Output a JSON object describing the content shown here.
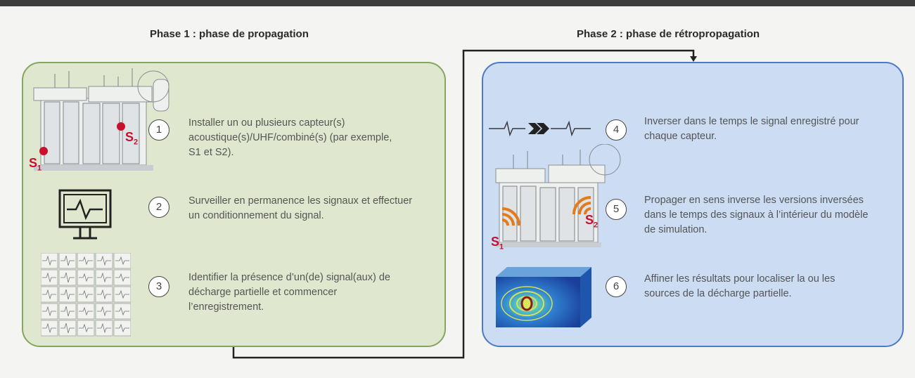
{
  "phase1": {
    "title": "Phase 1 : phase de propagation",
    "steps": [
      {
        "number": "1",
        "text": "Installer un ou plusieurs capteur(s) acoustique(s)/UHF/combiné(s) (par exemple, S1 et S2)."
      },
      {
        "number": "2",
        "text": "Surveiller en permanence les signaux et effectuer un conditionnement du signal."
      },
      {
        "number": "3",
        "text": "Identifier la présence d’un(de) signal(aux) de décharge partielle et commencer l’enregistrement."
      }
    ]
  },
  "phase2": {
    "title": "Phase 2 : phase de rétropropagation",
    "steps": [
      {
        "number": "4",
        "text": "Inverser dans le temps le signal enregistré pour chaque capteur."
      },
      {
        "number": "5",
        "text": "Propager en sens inverse les versions inversées dans le temps des signaux à l’intérieur du modèle de simulation."
      },
      {
        "number": "6",
        "text": "Affiner les résultats pour localiser la ou les sources de la décharge partielle."
      }
    ]
  },
  "sensor_labels": {
    "s1": "S",
    "s1_sub": "1",
    "s2": "S",
    "s2_sub": "2"
  },
  "colors": {
    "phase1_bg": "#dfe8cf",
    "phase1_border": "#86a55e",
    "phase2_bg": "#cbdcf3",
    "phase2_border": "#4f79c6",
    "sensor": "#c8102e",
    "wave": "#e07b1f"
  },
  "icons": [
    "transformer-icon",
    "monitor-signal-icon",
    "signal-grid-icon",
    "reversed-signal-icon",
    "transformer-wave-icon",
    "simulation-model-icon"
  ]
}
